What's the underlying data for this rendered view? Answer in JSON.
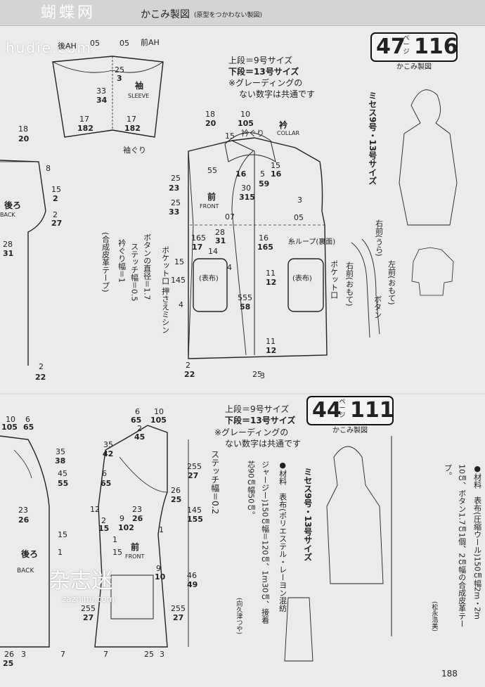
{
  "header": {
    "logo": "蝴蝶网",
    "title": "かこみ製図",
    "subtitle": "(原型をつかわない製図)",
    "watermark": "hudie.com"
  },
  "top_section": {
    "badge": {
      "left": "47",
      "pj": "ページ",
      "right": "116",
      "caption": "かこみ製図"
    },
    "size_notes": [
      "上段＝9号サイズ",
      "下段＝13号サイズ",
      "※グレーディングの",
      "ない数字は共通です"
    ],
    "vertical_size": "ミセス9号・13号サイズ",
    "sleeve": {
      "label": "袖",
      "label_en": "SLEEVE",
      "back_ah": "後AH",
      "front_ah": "前AH",
      "hem": "袖ぐり"
    },
    "collar": {
      "label": "衿",
      "label_en": "COLLAR",
      "neck": "衿ぐり"
    },
    "front": {
      "label": "前",
      "label_en": "FRONT"
    },
    "back": {
      "label": "後ろ",
      "label_en": "BACK"
    },
    "pocket_label": "(表布)",
    "pocket_mouth": "ポケット口",
    "loop_label": "糸ループ(裏面)",
    "button_note": "ボタンの直径＝1.7",
    "stitch_note": "ステッチ幅＝0.5",
    "facing_note": "衿ぐり幅＝1",
    "tape_note": "(合成皮革テープ)",
    "pocket_note": "ポケット口 押さえミシン",
    "right_front_back": "右前(うら)",
    "left_front": "左前(おもて)",
    "right_front": "右前(おもて)",
    "button": "ボタン",
    "dims": {
      "d05a": "05",
      "d05b": "05",
      "d25": "25",
      "d3": "3",
      "d33": "33",
      "d34": "34",
      "d17a": "17",
      "d182a": "182",
      "d17b": "17",
      "d182b": "182",
      "d18": "18",
      "d20": "20",
      "d10": "10",
      "d105": "105",
      "d15a": "15",
      "d16a": "16",
      "d5": "5",
      "d15b": "15",
      "d16b": "16",
      "d30": "30",
      "d315": "315",
      "d55a": "55",
      "d59": "59",
      "d23": "23",
      "d25b": "25",
      "d25c": "25",
      "d33b": "33",
      "d07": "07",
      "d3a": "3",
      "d05c": "05",
      "d165a": "165",
      "d17c": "17",
      "d28": "28",
      "d31": "31",
      "d16c": "16",
      "d165b": "165",
      "d14": "14",
      "d15c": "15",
      "d4a": "4",
      "d145": "145",
      "d4b": "4",
      "d11a": "11",
      "d12a": "12",
      "d555": "555",
      "d58": "58",
      "d11b": "11",
      "d12b": "12",
      "d2a": "2",
      "d22a": "22",
      "d25d": "25",
      "d3b": "3",
      "l18": "18",
      "l20": "20",
      "l8": "8",
      "l15": "15",
      "l2a": "2",
      "l2b": "2",
      "l27": "27",
      "l28": "28",
      "l31": "31",
      "l2c": "2",
      "l22": "22"
    }
  },
  "bottom_section": {
    "badge": {
      "left": "44",
      "pj": "ページ",
      "right": "111",
      "caption": "かこみ製図"
    },
    "size_notes": [
      "上段＝9号サイズ",
      "下段＝13号サイズ",
      "※グレーディングの",
      "ない数字は共通です"
    ],
    "vertical_size": "ミセス9号・13号サイズ",
    "stitch": "ステッチ幅＝0.2",
    "material_1": "●材料　表布(ポリエステル・レーヨン混紡",
    "material_2": "ジャージー)150㎝幅＝120㎝、1m30㎝、接着",
    "material_3": "芯90㎝幅50㎝。",
    "material_credit": "(向久津つや)",
    "right_material_1": "●材料　表布(圧縮ウール)150㎝幅2m・2m",
    "right_material_2": "10㎝、ボタン1.7㎝1個、2㎝幅の合成皮革テー",
    "right_material_3": "プ。",
    "right_credit": "(松永浩美)",
    "front": {
      "label": "前",
      "label_en": "FRONT"
    },
    "back": {
      "label": "後ろ",
      "label_en": "BACK"
    },
    "dims": {
      "b10": "10",
      "b105": "105",
      "b6": "6",
      "b65": "65",
      "b6b": "6",
      "b65b": "65",
      "b10b": "10",
      "b105b": "105",
      "b2": "2",
      "b45": "45",
      "b35": "35",
      "b38": "38",
      "b45b": "45",
      "b55": "55",
      "b35b": "35",
      "b42": "42",
      "b6c": "6",
      "b65c": "65",
      "b255": "255",
      "b27": "27",
      "b26": "26",
      "b25": "25",
      "b23": "23",
      "b26b": "26",
      "b23b": "23",
      "b26c": "26",
      "b2b": "2",
      "b15": "15",
      "b12": "12",
      "b9": "9",
      "b102": "102",
      "b145": "145",
      "b155": "155",
      "b1": "1",
      "b15b": "15",
      "b1b": "1",
      "b1c": "1",
      "b15c": "15",
      "b46": "46",
      "b49": "49",
      "b9b": "9",
      "b10c": "10",
      "b255b": "255",
      "b27b": "27",
      "b255c": "255",
      "b27c": "27",
      "b26d": "26",
      "b25b": "25",
      "b3": "3",
      "b7": "7",
      "b7b": "7",
      "b25c": "25",
      "b3b": "3"
    }
  },
  "footer": {
    "page_number": "188",
    "watermark2": "杂志迷",
    "watermark2_sub": "zazhimi.com"
  }
}
